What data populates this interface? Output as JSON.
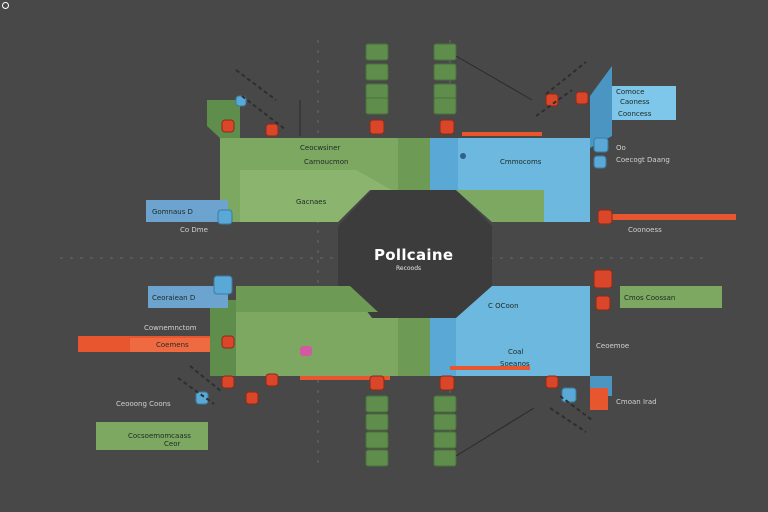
{
  "title": "Pollcaine",
  "subtitle": "Recoods",
  "labels": {
    "q1_main_a": "Ceocwsiner",
    "q1_main_b": "Carnoucmon",
    "q1_main_c": "Gacnaes",
    "q1_callout": "Gomnaus D",
    "q1_note": "Co Dme",
    "q2_main": "Cmmocoms",
    "q2_box_a": "Comoce",
    "q2_box_b": "Caoness",
    "q2_box_c": "Cooncess",
    "q2_note_a": "Oo",
    "q2_note_b": "Coecogt Daang",
    "q2_note_c": "Coonoess",
    "q3_callout": "Ceoraiean D",
    "q3_red_a": "Cownemnctom",
    "q3_red_b": "Coemens",
    "q3_note": "Ceooong Coons",
    "q3_box": "Cocsoemomcaass",
    "q3_box_b": "Ceor",
    "q4_main_a": "C OCoon",
    "q4_main_b": "Coal",
    "q4_main_c": "Soeanos",
    "q4_green": "Cmos Coossan",
    "q4_note_a": "Ceoemoe",
    "q4_note_b": "Cmoan Irad"
  },
  "colors": {
    "background": "#484848",
    "green": "#7da862",
    "green_dark": "#5f8d4c",
    "blue": "#6cb8df",
    "blue_dark": "#4b95c2",
    "red": "#e8562f",
    "center": "#3c3c3c"
  }
}
